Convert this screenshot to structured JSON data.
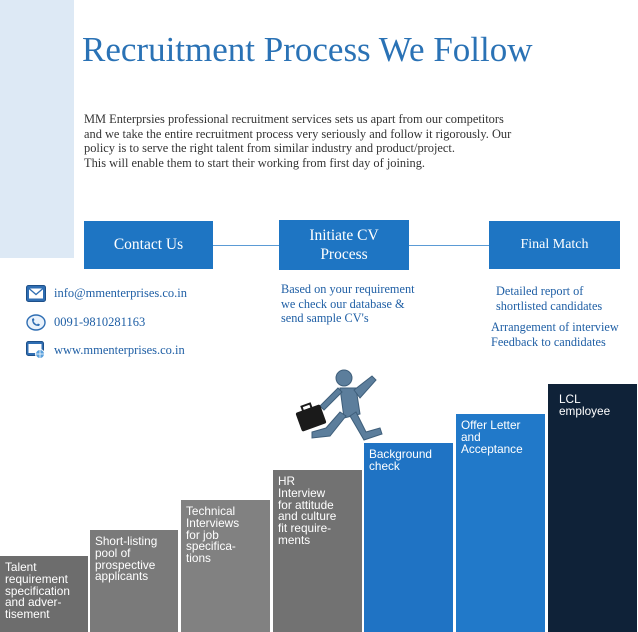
{
  "title": "Recruitment Process We Follow",
  "intro": [
    "MM Enterprsies professional recruitment services sets us apart from our competitors",
    "and we take the entire recruitment process very seriously and follow it rigorously. Our",
    "policy is to serve the right talent from similar industry and product/project.",
    "This will enable them to start their working from first day of  joining."
  ],
  "flow": {
    "contact_us": "Contact Us",
    "initiate": [
      "Initiate CV",
      "Process"
    ],
    "final_match": "Final Match"
  },
  "initiate_desc": [
    "Based on your requirement",
    "we check our database  &",
    "send sample CV's"
  ],
  "final_desc_1": [
    "Detailed report of",
    "shortlisted candidates"
  ],
  "final_desc_2": [
    "Arrangement of interview",
    "Feedback to candidates"
  ],
  "contacts": {
    "email": "info@mmenterprises.co.in",
    "phone": "0091-9810281163",
    "web": "www.mmenterprises.co.in"
  },
  "icons": {
    "email": "envelope-icon",
    "phone": "phone-icon",
    "web": "web-icon"
  },
  "steps": [
    {
      "lines": [
        "Talent",
        "requirement",
        "specification",
        "and adver-",
        "tisement"
      ],
      "color": "#6d6d6d"
    },
    {
      "lines": [
        "Short-listing",
        "pool of",
        "prospective",
        "applicants"
      ],
      "color": "#7a7a7a"
    },
    {
      "lines": [
        "Technical",
        "Interviews",
        "for job",
        "specifica-",
        "tions"
      ],
      "color": "#818181"
    },
    {
      "lines": [
        "HR",
        "Interview",
        "for attitude",
        "and culture",
        "fit require-",
        "ments"
      ],
      "color": "#727272"
    },
    {
      "lines": [
        "Background",
        "check"
      ],
      "color": "#1f73c4"
    },
    {
      "lines": [
        "Offer Letter",
        "and",
        "Acceptance"
      ],
      "color": "#2179c9"
    },
    {
      "lines": [
        "LCL",
        "employee"
      ],
      "color": "#0f2238"
    }
  ],
  "colors": {
    "title": "#2a72b5",
    "accent_box": "#1e75c3",
    "link_text": "#1f5fa5",
    "sidebar": "#dde9f5"
  }
}
